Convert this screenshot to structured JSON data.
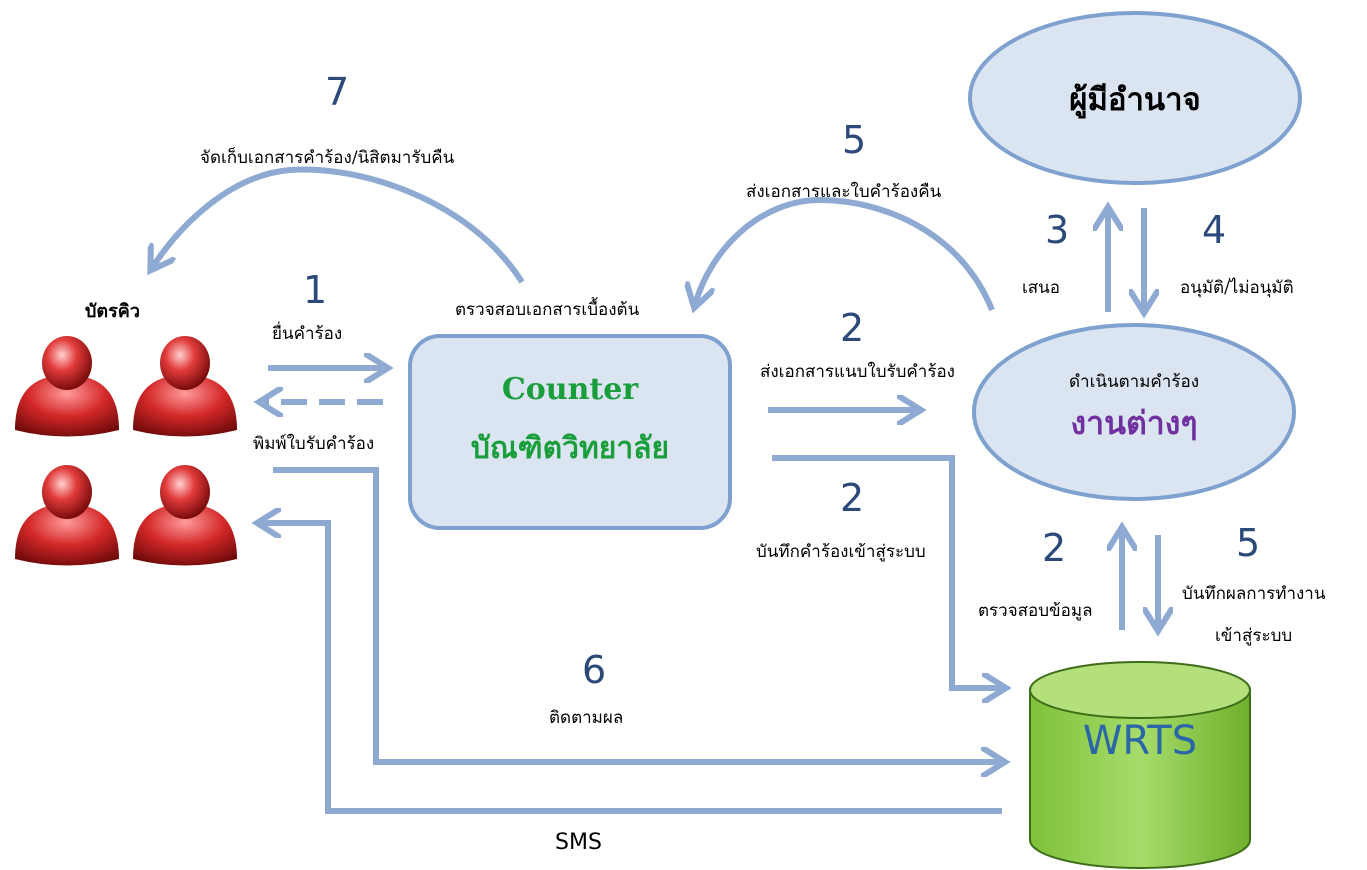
{
  "colors": {
    "arrow": "#8eaad2",
    "box_fill": "#dbe5f1",
    "box_stroke": "#7fa1cf",
    "counter_text": "#1a9e3c",
    "departments_text": "#7030a0",
    "db_fill": "#92d050",
    "db_text": "#2a66a8",
    "number": "#2b4a7a"
  },
  "nodes": {
    "queue_card": "บัตรคิว",
    "counter_title": "Counter",
    "counter_subtitle": "บัณฑิตวิทยาลัย",
    "authority": "ผู้มีอำนาจ",
    "departments_small": "ดำเนินตามคำร้อง",
    "departments": "งานต่างๆ",
    "database": "WRTS"
  },
  "steps": {
    "s7_num": "7",
    "s7_label": "จัดเก็บเอกสารคำร้อง/นิสิตมารับคืน",
    "s1_num": "1",
    "s1_label": "ยื่นคำร้อง",
    "print_label": "พิมพ์ใบรับคำร้อง",
    "check_label": "ตรวจสอบเอกสารเบื้องต้น",
    "s5_top_num": "5",
    "s5_top_label": "ส่งเอกสารและใบคำร้องคืน",
    "s2_send_num": "2",
    "s2_send_label": "ส่งเอกสารแนบใบรับคำร้อง",
    "s2_rec_num": "2",
    "s2_rec_label": "บันทึกคำร้องเข้าสู่ระบบ",
    "s3_num": "3",
    "s3_label": "เสนอ",
    "s4_num": "4",
    "s4_label": "อนุมัติ/ไม่อนุมัติ",
    "s2_verify_num": "2",
    "s2_verify_label": "ตรวจสอบข้อมูล",
    "s5_save_num": "5",
    "s5_save_label1": "บันทึกผลการทำงาน",
    "s5_save_label2": "เข้าสู่ระบบ",
    "s6_num": "6",
    "s6_label": "ติดตามผล",
    "sms_label": "SMS"
  }
}
